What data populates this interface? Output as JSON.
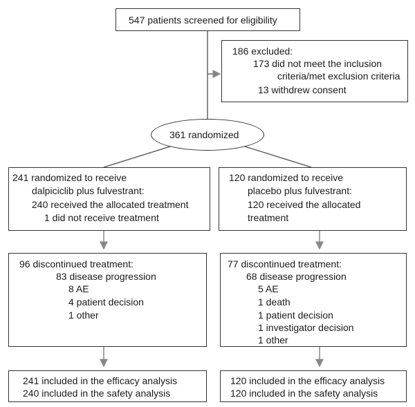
{
  "screened": "547 patients screened for eligibility",
  "excluded": {
    "title": "186 excluded:",
    "line1": "173 did not meet the inclusion",
    "line2": "criteria/met exclusion criteria",
    "line3": "13 withdrew consent"
  },
  "randomized": "361 randomized",
  "left_arm": {
    "alloc": {
      "line1": "241 randomized to receive",
      "line2": "dalpiciclib plus fulvestrant:",
      "line3": "240 received the allocated treatment",
      "line4": "1 did not receive treatment"
    },
    "discontinued": {
      "title": "96 discontinued treatment:",
      "items": [
        "83 disease progression",
        "8 AE",
        "4 patient decision",
        "1 other"
      ]
    },
    "analysis": {
      "line1": "241 included in the efficacy analysis",
      "line2": "240 included in the safety analysis"
    }
  },
  "right_arm": {
    "alloc": {
      "line1": "120 randomized to receive",
      "line2": "placebo plus fulvestrant:",
      "line3": "120 received the allocated",
      "line4": "treatment"
    },
    "discontinued": {
      "title": "77 discontinued treatment:",
      "items": [
        "68 disease progression",
        "5 AE",
        "1 death",
        "1 patient decision",
        "1 investigator decision",
        "1 other"
      ]
    },
    "analysis": {
      "line1": "120 included in the efficacy analysis",
      "line2": "120 included in the safety analysis"
    }
  }
}
